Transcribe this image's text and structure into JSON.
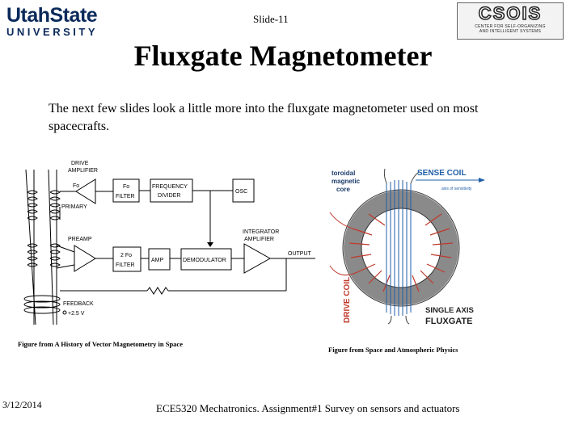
{
  "header": {
    "logo_left_top": "UtahState",
    "logo_left_bottom": "UNIVERSITY",
    "slide_label": "Slide-11",
    "logo_right_word": "CSOIS",
    "logo_right_sub1": "CENTER FOR SELF-ORGANIZING",
    "logo_right_sub2": "AND INTELLIGENT SYSTEMS"
  },
  "title": "Fluxgate Magnetometer",
  "body": "The next few slides look a little more into the fluxgate magnetometer used on most spacecrafts.",
  "left_figure": {
    "labels": {
      "drive_amp_1": "DRIVE",
      "drive_amp_2": "AMPLIFIER",
      "fo": "Fo",
      "fo_filter_1": "Fo",
      "fo_filter_2": "FILTER",
      "freq_div_1": "FREQUENCY",
      "freq_div_2": "DIVIDER",
      "osc": "OSC",
      "primary": "PRIMARY",
      "preamp": "PREAMP",
      "filter2_1": "2 Fo",
      "filter2_2": "FILTER",
      "amp": "AMP",
      "demod": "DEMODULATOR",
      "integ_1": "INTEGRATOR",
      "integ_2": "AMPLIFIER",
      "output": "OUTPUT",
      "feedback": "FEEDBACK",
      "voltage": "+2.5 V"
    },
    "caption": "Figure from A History of Vector Magnetometry in Space"
  },
  "right_figure": {
    "labels": {
      "toroidal_1": "toroidal",
      "toroidal_2": "magnetic",
      "toroidal_3": "core",
      "sense_coil": "SENSE COIL",
      "axis": "axis of sensitivity",
      "drive_coil": "DRIVE COIL",
      "single_axis": "SINGLE AXIS",
      "fluxgate": "FLUXGATE"
    },
    "caption": "Figure from Space and Atmospheric Physics"
  },
  "footer": {
    "date": "3/12/2014",
    "course": "ECE5320 Mechatronics. Assignment#1 Survey on sensors and actuators"
  },
  "colors": {
    "usu_blue": "#0b2a5b",
    "coil_red": "#c0392b",
    "sense_blue": "#1f5fa8",
    "core_gray": "#8a8a8a"
  }
}
